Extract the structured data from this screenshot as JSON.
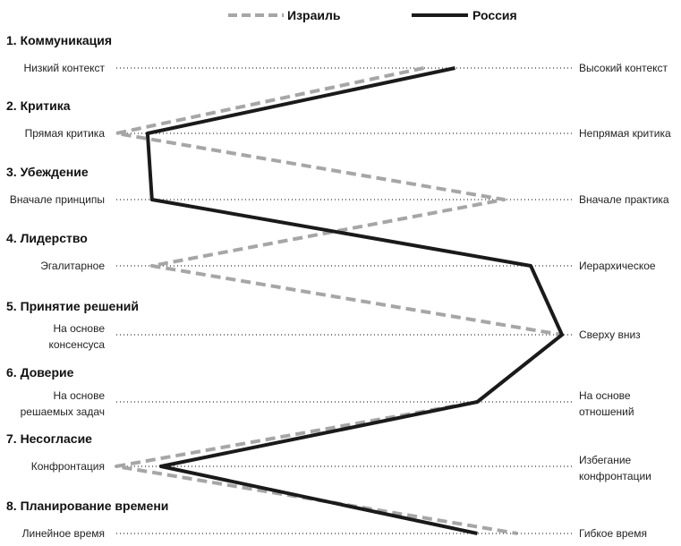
{
  "chart_data": {
    "type": "line",
    "scale": [
      0,
      100
    ],
    "legend": {
      "placement": "top-center"
    },
    "series": [
      {
        "name": "Израиль",
        "color": "#a6a6a6",
        "style": "dashed",
        "values": [
          69,
          0,
          87,
          8,
          100,
          81,
          0,
          90
        ]
      },
      {
        "name": "Россия",
        "color": "#1a1a1a",
        "style": "solid",
        "values": [
          76,
          7,
          8,
          93,
          100,
          81,
          10,
          81
        ]
      }
    ],
    "categories": [
      {
        "title": "1. Коммуникация",
        "left": [
          "Низкий контекст"
        ],
        "right": [
          "Высокий контекст"
        ]
      },
      {
        "title": "2. Критика",
        "left": [
          "Прямая критика"
        ],
        "right": [
          "Непрямая критика"
        ]
      },
      {
        "title": "3. Убеждение",
        "left": [
          "Вначале принципы"
        ],
        "right": [
          "Вначале практика"
        ]
      },
      {
        "title": "4. Лидерство",
        "left": [
          "Эгалитарное"
        ],
        "right": [
          "Иерархическое"
        ]
      },
      {
        "title": "5. Принятие решений",
        "left": [
          "На основе",
          "консенсуса"
        ],
        "right": [
          "Сверху вниз"
        ]
      },
      {
        "title": "6. Доверие",
        "left": [
          "На основе",
          "решаемых задач"
        ],
        "right": [
          "На основе",
          "отношений"
        ]
      },
      {
        "title": "7. Несогласие",
        "left": [
          "Конфронтация"
        ],
        "right": [
          "Избегание",
          "конфронтации"
        ]
      },
      {
        "title": "8. Планирование времени",
        "left": [
          "Линейное время"
        ],
        "right": [
          "Гибкое время"
        ]
      }
    ]
  }
}
